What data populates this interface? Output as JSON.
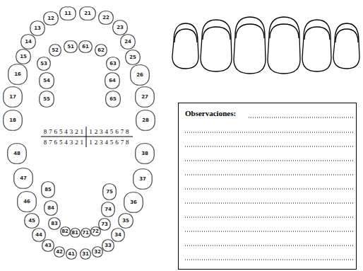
{
  "diagram": {
    "nodes": [
      {
        "text": [
          "18"
        ]
      },
      {
        "text": [
          "17"
        ]
      },
      {
        "text": [
          "16"
        ]
      },
      {
        "text": [
          "15"
        ]
      },
      {
        "text": [
          "14"
        ]
      },
      {
        "text": [
          "13"
        ]
      },
      {
        "text": [
          "12"
        ]
      },
      {
        "text": [
          "11"
        ]
      },
      {
        "text": [
          "21"
        ]
      },
      {
        "text": [
          "22"
        ]
      },
      {
        "text": [
          "23"
        ]
      },
      {
        "text": [
          "24"
        ]
      },
      {
        "text": [
          "25"
        ]
      },
      {
        "text": [
          "26"
        ]
      },
      {
        "text": [
          "27"
        ]
      },
      {
        "text": [
          "28"
        ]
      },
      {
        "text": [
          "55"
        ]
      },
      {
        "text": [
          "54"
        ]
      },
      {
        "text": [
          "53"
        ]
      },
      {
        "text": [
          "52"
        ]
      },
      {
        "text": [
          "51"
        ]
      },
      {
        "text": [
          "61"
        ]
      },
      {
        "text": [
          "62"
        ]
      },
      {
        "text": [
          "63"
        ]
      },
      {
        "text": [
          "64"
        ]
      },
      {
        "text": [
          "65"
        ]
      },
      {
        "text": [
          "85"
        ]
      },
      {
        "text": [
          "84"
        ]
      },
      {
        "text": [
          "83"
        ]
      },
      {
        "text": [
          "82"
        ]
      },
      {
        "text": [
          "81"
        ]
      },
      {
        "text": [
          "71"
        ]
      },
      {
        "text": [
          "72"
        ]
      },
      {
        "text": [
          "73"
        ]
      },
      {
        "text": [
          "74"
        ]
      },
      {
        "text": [
          "75"
        ]
      },
      {
        "text": [
          "48"
        ]
      },
      {
        "text": [
          "47"
        ]
      },
      {
        "text": [
          "46"
        ]
      },
      {
        "text": [
          "45"
        ]
      },
      {
        "text": [
          "44"
        ]
      },
      {
        "text": [
          "43"
        ]
      },
      {
        "text": [
          "42"
        ]
      },
      {
        "text": [
          "41"
        ]
      },
      {
        "text": [
          "31"
        ]
      },
      {
        "text": [
          "32"
        ]
      },
      {
        "text": [
          "33"
        ]
      },
      {
        "text": [
          "34"
        ]
      },
      {
        "text": [
          "35"
        ]
      },
      {
        "text": [
          "36"
        ]
      },
      {
        "text": [
          "37"
        ]
      },
      {
        "text": [
          "38"
        ]
      },
      {
        "text": [
          "Observaciones:"
        ]
      }
    ],
    "labels": [
      "8",
      "7",
      "6",
      "5",
      "4",
      "3",
      "2",
      "1",
      "1",
      "2",
      "3",
      "4",
      "5",
      "6",
      "7",
      "8",
      "8",
      "7",
      "6",
      "5",
      "4",
      "3",
      "2",
      "1",
      "1",
      "2",
      "3",
      "4",
      "5",
      "6",
      "7",
      "8"
    ]
  }
}
